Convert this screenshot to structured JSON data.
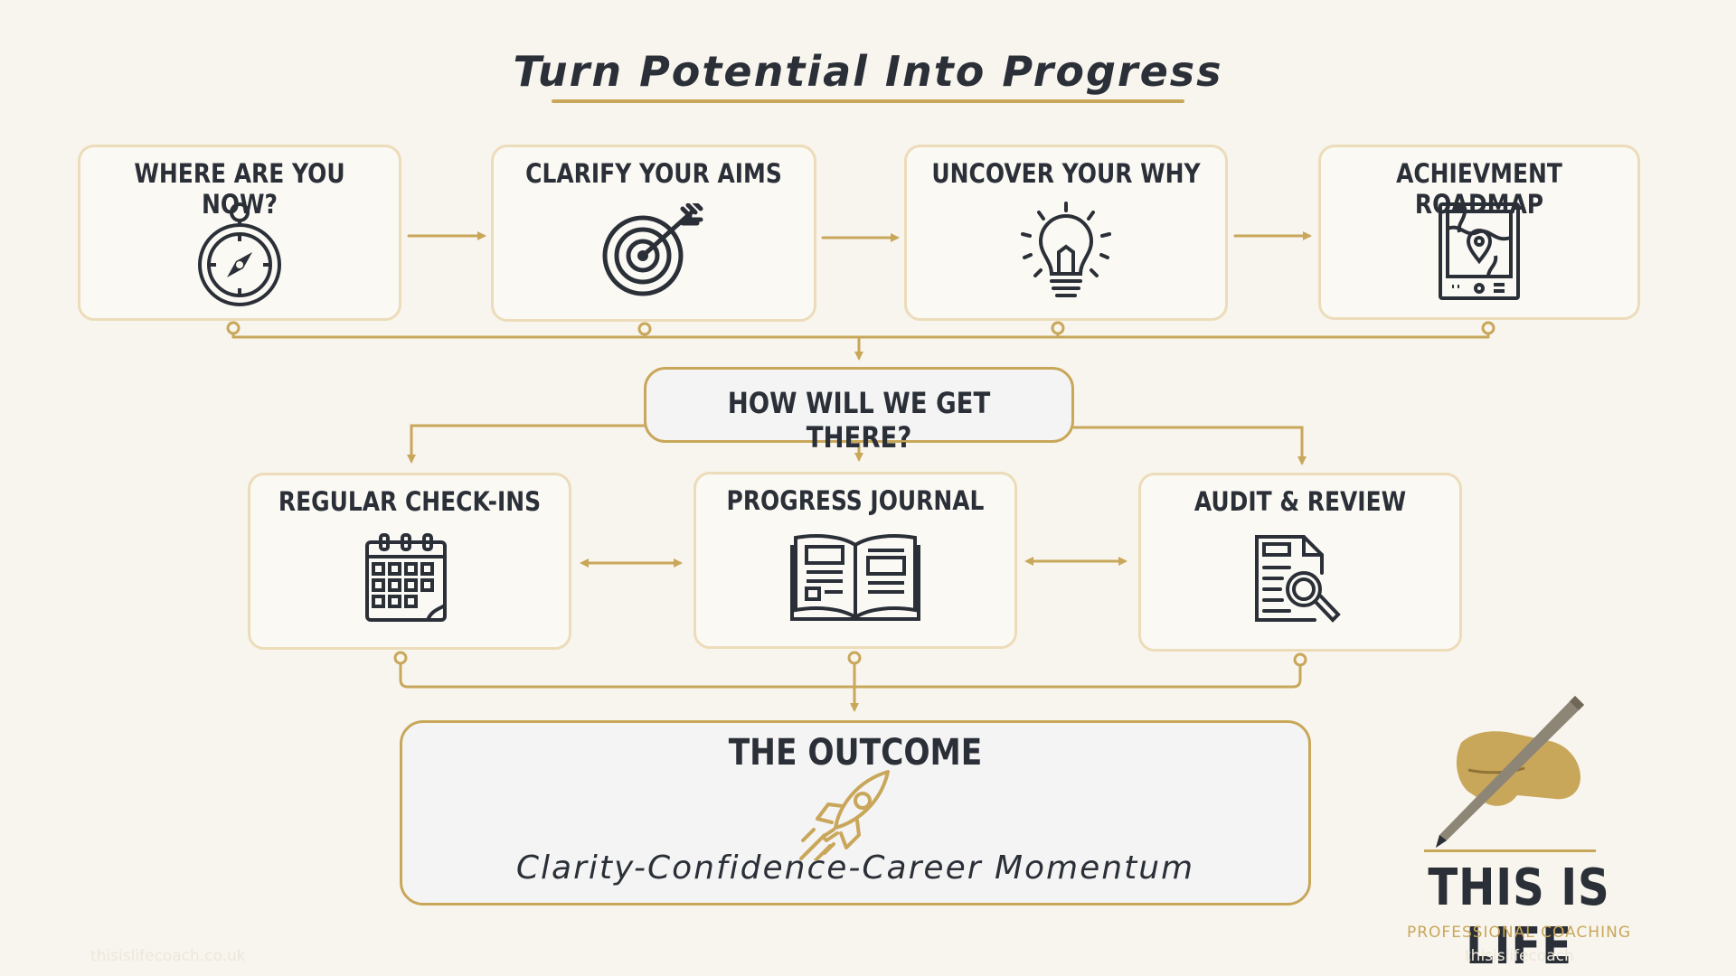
{
  "title": "Turn Potential Into Progress",
  "colors": {
    "background": "#f8f5ee",
    "accent": "#c9a75a",
    "card_border": "#ecdcb9",
    "text": "#2b3038"
  },
  "stage_one": [
    {
      "label": "WHERE ARE YOU NOW?",
      "icon": "compass-icon"
    },
    {
      "label": "CLARIFY YOUR AIMS",
      "icon": "target-icon"
    },
    {
      "label": "UNCOVER YOUR WHY",
      "icon": "lightbulb-icon"
    },
    {
      "label": "ACHIEVMENT ROADMAP",
      "icon": "map-icon"
    }
  ],
  "hub": {
    "label": "HOW WILL WE GET THERE?"
  },
  "stage_two": [
    {
      "label": "REGULAR CHECK-INS",
      "icon": "calendar-icon"
    },
    {
      "label": "PROGRESS JOURNAL",
      "icon": "journal-icon"
    },
    {
      "label": "AUDIT & REVIEW",
      "icon": "document-search-icon"
    }
  ],
  "outcome": {
    "title": "THE OUTCOME",
    "icon": "rocket-icon",
    "tagline": "Clarity-Confidence-Career Momentum"
  },
  "brand": {
    "name": "THIS IS LIFE",
    "subtitle": "PROFESSIONAL COACHING",
    "icon": "hand-pencil-icon"
  },
  "footer": {
    "left": "thisislifecoach.co.uk",
    "right": "thisislifecoach"
  }
}
